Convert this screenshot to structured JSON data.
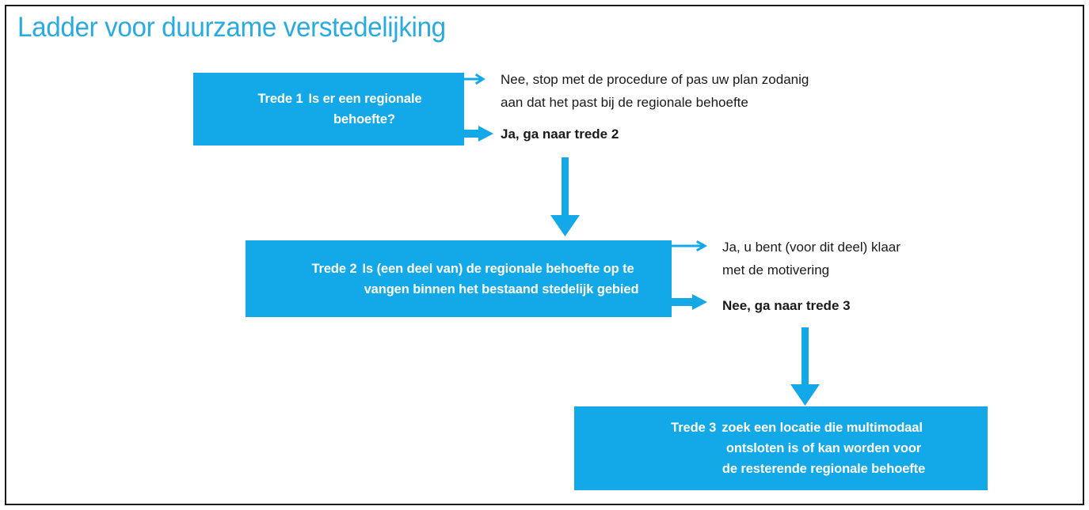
{
  "slide": {
    "title": "Ladder voor duurzame verstedelijking",
    "title_color": "#29ABE2",
    "box_color": "#13A8E8",
    "text_color": "#1A1A1A",
    "border_color": "#1A1A1A",
    "background": "#FFFFFF"
  },
  "steps": [
    {
      "id": "trede-1",
      "lead": "Trede 1",
      "lines": [
        "Is er een regionale",
        "behoefte?"
      ],
      "outcomes": [
        {
          "arrow": "thin-arrow-right-icon",
          "bold": false,
          "lines": [
            "Nee, stop met de procedure of pas uw plan zodanig",
            "aan dat het past bij de regionale behoefte"
          ]
        },
        {
          "arrow": "thick-arrow-right-icon",
          "bold": true,
          "lines": [
            "Ja, ga naar trede 2"
          ]
        }
      ]
    },
    {
      "id": "trede-2",
      "lead": "Trede 2",
      "lines": [
        "Is (een deel van) de regionale behoefte op te",
        "vangen binnen het bestaand stedelijk gebied"
      ],
      "outcomes": [
        {
          "arrow": "thin-arrow-right-icon",
          "bold": false,
          "lines": [
            "Ja, u bent (voor dit deel) klaar",
            "met de motivering"
          ]
        },
        {
          "arrow": "thick-arrow-right-icon",
          "bold": true,
          "lines": [
            "Nee, ga naar trede 3"
          ]
        }
      ]
    },
    {
      "id": "trede-3",
      "lead": "Trede 3",
      "lines": [
        "zoek een locatie die multimodaal",
        "ontsloten is of kan worden voor",
        "de resterende regionale behoefte"
      ],
      "outcomes": []
    }
  ],
  "connectors": [
    {
      "name": "arrow-down-trede1-to-trede2",
      "from": "trede-1",
      "to": "trede-2"
    },
    {
      "name": "arrow-down-trede2-to-trede3",
      "from": "trede-2",
      "to": "trede-3"
    }
  ]
}
